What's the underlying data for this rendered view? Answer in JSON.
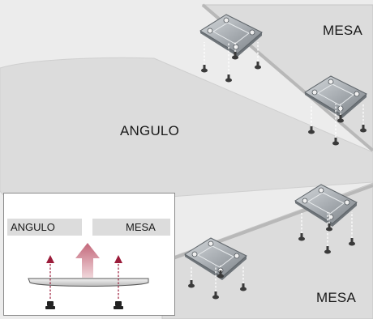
{
  "labels": {
    "mesa_top": "MESA",
    "angulo_center": "ANGULO",
    "mesa_bottom": "MESA"
  },
  "inset": {
    "left_label": "ANGULO",
    "right_label": "MESA"
  },
  "colors": {
    "surface": "#dcdcdc",
    "background": "#ececec",
    "plate": "#a9aeb3",
    "arrow_dark": "#9b1c3a",
    "arrow_light": "#c9848f"
  },
  "icons": {
    "plate": "mounting-plate-icon",
    "screw": "screw-icon",
    "arrow": "up-arrow-icon"
  }
}
